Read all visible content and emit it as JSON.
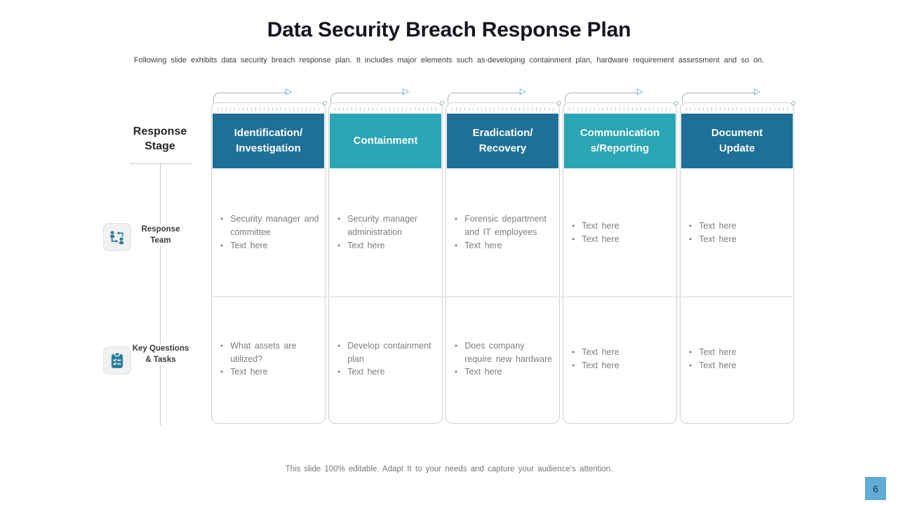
{
  "slide": {
    "title": "Data Security Breach Response Plan",
    "subtitle": "Following slide exhibits data security breach response plan. It includes major elements such as-developing containment plan, hardware requirement assessment and so on.",
    "footer": "This slide 100% editable. Adapt It to your needs and capture your audience's attention.",
    "page_number": "6"
  },
  "left_panel": {
    "heading": "Response Stage",
    "row_labels": [
      "Response Team",
      "Key Questions & Tasks"
    ],
    "row_icons": [
      "people-exchange-icon",
      "checklist-clipboard-icon"
    ]
  },
  "icons": {
    "triangle_right": "▷"
  },
  "colors": {
    "header_dark": "#1F7098",
    "header_light": "#29A5B4",
    "icon_teal": "#2B7F9E",
    "page_box_blue": "#60ACD4",
    "body_text_gray": "#7E7E7E"
  },
  "columns": [
    {
      "header": "Identification/\nInvestigation",
      "header_color": "#1F7098",
      "response_team": [
        "Security manager and committee",
        "Text here"
      ],
      "key_questions": [
        "What assets are utilized?",
        "Text here"
      ]
    },
    {
      "header": "Containment",
      "header_color": "#29A5B4",
      "response_team": [
        "Security manager administration",
        "Text here"
      ],
      "key_questions": [
        "Develop containment plan",
        "Text here"
      ]
    },
    {
      "header": "Eradication/\nRecovery",
      "header_color": "#1F7098",
      "response_team": [
        "Forensic department and IT employees",
        "Text here"
      ],
      "key_questions": [
        "Does company require new hardware",
        "Text here"
      ]
    },
    {
      "header": "Communication\ns/Reporting",
      "header_color": "#29A5B4",
      "response_team": [
        "Text here",
        "Text here"
      ],
      "key_questions": [
        "Text here",
        "Text here"
      ]
    },
    {
      "header": "Document\nUpdate",
      "header_color": "#1F7098",
      "response_team": [
        "Text here",
        "Text here"
      ],
      "key_questions": [
        "Text here",
        "Text here"
      ]
    }
  ]
}
